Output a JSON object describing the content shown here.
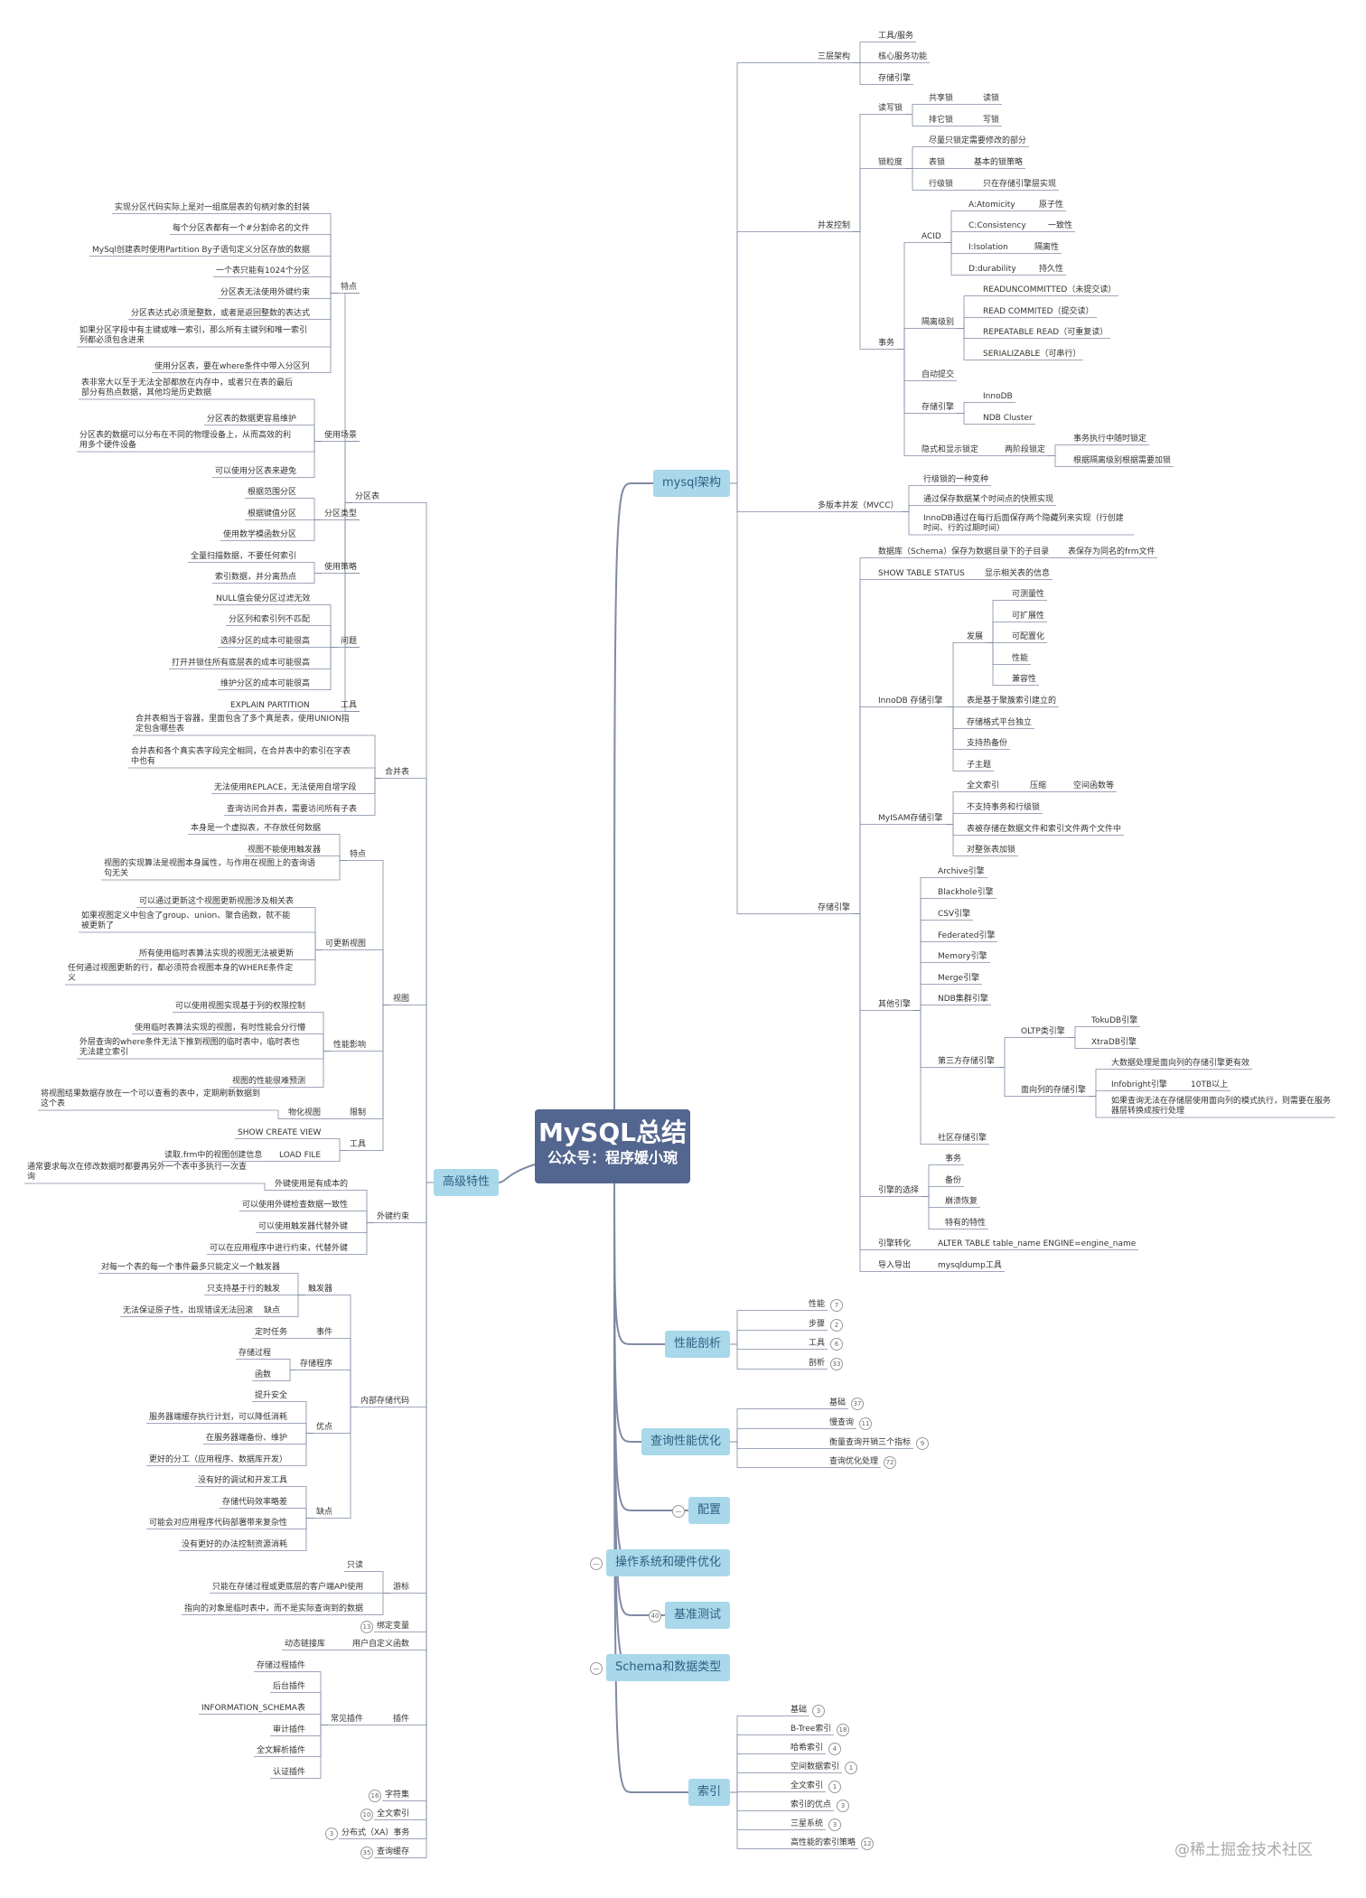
{
  "root": {
    "title": "MySQL总结",
    "subtitle": "公众号：程序媛小琬"
  },
  "watermark": "@稀土掘金技术社区",
  "line_color": "#7f8aa3",
  "branch_color": "#a8d8ea",
  "root_color": "#53668f",
  "nodes": [
    {
      "id": "mysql",
      "t": "mysql架构",
      "lvl": 1
    },
    {
      "id": "perf",
      "t": "性能剖析",
      "lvl": 1
    },
    {
      "id": "qopt",
      "t": "查询性能优化",
      "lvl": 1
    },
    {
      "id": "conf",
      "t": "配置",
      "lvl": 1
    },
    {
      "id": "oshw",
      "t": "操作系统和硬件优化",
      "lvl": 1
    },
    {
      "id": "bench",
      "t": "基准测试",
      "lvl": 1
    },
    {
      "id": "schema",
      "t": "Schema和数据类型",
      "lvl": 1
    },
    {
      "id": "index",
      "t": "索引",
      "lvl": 1
    },
    {
      "id": "adv",
      "t": "高级特性",
      "lvl": 1
    },
    {
      "id": "a1",
      "t": "三层架构"
    },
    {
      "id": "a1a",
      "t": "工具/服务"
    },
    {
      "id": "a1b",
      "t": "核心服务功能"
    },
    {
      "id": "a1c",
      "t": "存储引擎"
    },
    {
      "id": "a2",
      "t": "并发控制"
    },
    {
      "id": "a2a",
      "t": "读写锁"
    },
    {
      "id": "a2a1",
      "t": "共享锁"
    },
    {
      "id": "a2a1v",
      "t": "读锁"
    },
    {
      "id": "a2a2",
      "t": "排它锁"
    },
    {
      "id": "a2a2v",
      "t": "写锁"
    },
    {
      "id": "a2b",
      "t": "锁粒度"
    },
    {
      "id": "a2b1",
      "t": "尽量只锁定需要修改的部分"
    },
    {
      "id": "a2b2",
      "t": "表锁"
    },
    {
      "id": "a2b2v",
      "t": "基本的锁策略"
    },
    {
      "id": "a2b3",
      "t": "行级锁"
    },
    {
      "id": "a2b3v",
      "t": "只在存储引擎层实现"
    },
    {
      "id": "a2c",
      "t": "事务"
    },
    {
      "id": "a2c1",
      "t": "ACID"
    },
    {
      "id": "a2c1a",
      "t": "A:Atomicity"
    },
    {
      "id": "a2c1av",
      "t": "原子性"
    },
    {
      "id": "a2c1b",
      "t": "C:Consistency"
    },
    {
      "id": "a2c1bv",
      "t": "一致性"
    },
    {
      "id": "a2c1c",
      "t": "I:Isolation"
    },
    {
      "id": "a2c1cv",
      "t": "隔离性"
    },
    {
      "id": "a2c1d",
      "t": "D:durability"
    },
    {
      "id": "a2c1dv",
      "t": "持久性"
    },
    {
      "id": "a2c2",
      "t": "隔离级别"
    },
    {
      "id": "a2c2a",
      "t": "READUNCOMMITTED（未提交读）"
    },
    {
      "id": "a2c2b",
      "t": "READ COMMITED（提交读）"
    },
    {
      "id": "a2c2c",
      "t": "REPEATABLE READ（可重复读）"
    },
    {
      "id": "a2c2d",
      "t": "SERIALIZABLE（可串行）"
    },
    {
      "id": "a2c3",
      "t": "自动提交"
    },
    {
      "id": "a2c4",
      "t": "存储引擎"
    },
    {
      "id": "a2c4a",
      "t": "InnoDB"
    },
    {
      "id": "a2c4b",
      "t": "NDB Cluster"
    },
    {
      "id": "a2c5",
      "t": "隐式和显示锁定"
    },
    {
      "id": "a2c5a",
      "t": "两阶段锁定"
    },
    {
      "id": "a2c5a1",
      "t": "事务执行中随时锁定"
    },
    {
      "id": "a2c5a2",
      "t": "根据隔离级别根据需要加锁"
    },
    {
      "id": "a3",
      "t": "多版本并发（MVCC）"
    },
    {
      "id": "a3a",
      "t": "行级锁的一种变种"
    },
    {
      "id": "a3b",
      "t": "通过保存数据某个时间点的快照实现"
    },
    {
      "id": "a3c",
      "t": "InnoDB通过在每行后面保存两个隐藏列来实现（行创建时间、行的过期时间）"
    },
    {
      "id": "a4",
      "t": "存储引擎"
    },
    {
      "id": "a4a",
      "t": "数据库（Schema）保存为数据目录下的子目录"
    },
    {
      "id": "a4av",
      "t": "表保存为同名的frm文件"
    },
    {
      "id": "a4b",
      "t": "SHOW TABLE STATUS"
    },
    {
      "id": "a4bv",
      "t": "显示相关表的信息"
    },
    {
      "id": "a4c",
      "t": "InnoDB 存储引擎"
    },
    {
      "id": "a4c1",
      "t": "发展"
    },
    {
      "id": "a4c1a",
      "t": "可测量性"
    },
    {
      "id": "a4c1b",
      "t": "可扩展性"
    },
    {
      "id": "a4c1c",
      "t": "可配置化"
    },
    {
      "id": "a4c1d",
      "t": "性能"
    },
    {
      "id": "a4c1e",
      "t": "兼容性"
    },
    {
      "id": "a4c2",
      "t": "表是基于聚簇索引建立的"
    },
    {
      "id": "a4c3",
      "t": "存储格式平台独立"
    },
    {
      "id": "a4c4",
      "t": "支持热备份"
    },
    {
      "id": "a4c5",
      "t": "子主题"
    },
    {
      "id": "a4d",
      "t": "MyISAM存储引擎"
    },
    {
      "id": "a4d1",
      "t": "全文索引"
    },
    {
      "id": "a4d1b",
      "t": "压缩"
    },
    {
      "id": "a4d1c",
      "t": "空间函数等"
    },
    {
      "id": "a4d2",
      "t": "不支持事务和行级锁"
    },
    {
      "id": "a4d3",
      "t": "表被存储在数据文件和索引文件两个文件中"
    },
    {
      "id": "a4d4",
      "t": "对整张表加锁"
    },
    {
      "id": "a4e",
      "t": "其他引擎"
    },
    {
      "id": "a4e1",
      "t": "Archive引擎"
    },
    {
      "id": "a4e2",
      "t": "Blackhole引擎"
    },
    {
      "id": "a4e3",
      "t": "CSV引擎"
    },
    {
      "id": "a4e4",
      "t": "Federated引擎"
    },
    {
      "id": "a4e5",
      "t": "Memory引擎"
    },
    {
      "id": "a4e6",
      "t": "Merge引擎"
    },
    {
      "id": "a4e7",
      "t": "NDB集群引擎"
    },
    {
      "id": "a4e8",
      "t": "第三方存储引擎"
    },
    {
      "id": "a4e8a",
      "t": "OLTP类引擎"
    },
    {
      "id": "a4e8a1",
      "t": "TokuDB引擎"
    },
    {
      "id": "a4e8a2",
      "t": "XtraDB引擎"
    },
    {
      "id": "a4e8b",
      "t": "面向列的存储引擎"
    },
    {
      "id": "a4e8b1",
      "t": "大数据处理是面向列的存储引擎更有效"
    },
    {
      "id": "a4e8b2",
      "t": "Infobright引擎"
    },
    {
      "id": "a4e8b2v",
      "t": "10TB以上"
    },
    {
      "id": "a4e8b3",
      "t": "如果查询无法在存储层使用面向列的模式执行，则需要在服务器层转换成按行处理"
    },
    {
      "id": "a4e9",
      "t": "社区存储引擎"
    },
    {
      "id": "a4f",
      "t": "引擎的选择"
    },
    {
      "id": "a4f1",
      "t": "事务"
    },
    {
      "id": "a4f2",
      "t": "备份"
    },
    {
      "id": "a4f3",
      "t": "崩溃恢复"
    },
    {
      "id": "a4f4",
      "t": "特有的特性"
    },
    {
      "id": "a4g",
      "t": "引擎转化"
    },
    {
      "id": "a4gv",
      "t": "ALTER TABLE table_name ENGINE=engine_name"
    },
    {
      "id": "a4h",
      "t": "导入导出"
    },
    {
      "id": "a4hv",
      "t": "mysqldump工具"
    },
    {
      "id": "p1",
      "t": "性能"
    },
    {
      "id": "p2",
      "t": "步骤"
    },
    {
      "id": "p3",
      "t": "工具"
    },
    {
      "id": "p4",
      "t": "剖析"
    },
    {
      "id": "q1",
      "t": "基础"
    },
    {
      "id": "q2",
      "t": "慢查询"
    },
    {
      "id": "q3",
      "t": "衡量查询开销三个指标"
    },
    {
      "id": "q4",
      "t": "查询优化处理"
    },
    {
      "id": "i1",
      "t": "基础"
    },
    {
      "id": "i2",
      "t": "B-Tree索引"
    },
    {
      "id": "i3",
      "t": "哈希索引"
    },
    {
      "id": "i4",
      "t": "空间数据索引"
    },
    {
      "id": "i5",
      "t": "全文索引"
    },
    {
      "id": "i6",
      "t": "索引的优点"
    },
    {
      "id": "i7",
      "t": "三星系统"
    },
    {
      "id": "i8",
      "t": "高性能的索引策略"
    },
    {
      "id": "b1",
      "t": "分区表"
    },
    {
      "id": "b1a",
      "t": "特点"
    },
    {
      "id": "b1a1",
      "t": "实现分区代码实际上是对一组底层表的句柄对象的封装"
    },
    {
      "id": "b1a2",
      "t": "每个分区表都有一个#分割命名的文件"
    },
    {
      "id": "b1a3",
      "t": "MySql创建表时使用Partition By子语句定义分区存放的数据"
    },
    {
      "id": "b1a4",
      "t": "一个表只能有1024个分区"
    },
    {
      "id": "b1a5",
      "t": "分区表无法使用外键约束"
    },
    {
      "id": "b1a6",
      "t": "分区表达式必须是整数，或者是返回整数的表达式"
    },
    {
      "id": "b1a7",
      "t": "如果分区字段中有主键或唯一索引，那么所有主键列和唯一索引列都必须包含进来"
    },
    {
      "id": "b1a8",
      "t": "使用分区表，要在where条件中带入分区列"
    },
    {
      "id": "b1b",
      "t": "使用场景"
    },
    {
      "id": "b1b1",
      "t": "表非常大以至于无法全部都放在内存中，或者只在表的最后部分有热点数据，其他均是历史数据"
    },
    {
      "id": "b1b2",
      "t": "分区表的数据更容易维护"
    },
    {
      "id": "b1b3",
      "t": "分区表的数据可以分布在不同的物理设备上，从而高效的利用多个硬件设备"
    },
    {
      "id": "b1b4",
      "t": "可以使用分区表来避免"
    },
    {
      "id": "b1c",
      "t": "分区类型"
    },
    {
      "id": "b1c1",
      "t": "根据范围分区"
    },
    {
      "id": "b1c2",
      "t": "根据键值分区"
    },
    {
      "id": "b1c3",
      "t": "使用数学模函数分区"
    },
    {
      "id": "b1d",
      "t": "使用策略"
    },
    {
      "id": "b1d1",
      "t": "全量扫描数据，不要任何索引"
    },
    {
      "id": "b1d2",
      "t": "索引数据，并分离热点"
    },
    {
      "id": "b1e",
      "t": "问题"
    },
    {
      "id": "b1e1",
      "t": "NULL值会使分区过滤无效"
    },
    {
      "id": "b1e2",
      "t": "分区列和索引列不匹配"
    },
    {
      "id": "b1e3",
      "t": "选择分区的成本可能很高"
    },
    {
      "id": "b1e4",
      "t": "打开并锁住所有底层表的成本可能很高"
    },
    {
      "id": "b1e5",
      "t": "维护分区的成本可能很高"
    },
    {
      "id": "b1f",
      "t": "工具"
    },
    {
      "id": "b1f1",
      "t": "EXPLAIN PARTITION"
    },
    {
      "id": "b2",
      "t": "合并表"
    },
    {
      "id": "b2a",
      "t": "合并表相当于容器，里面包含了多个真是表，使用UNION指定包含哪些表"
    },
    {
      "id": "b2b",
      "t": "合并表和各个真实表字段完全相同，在合并表中的索引在字表中也有"
    },
    {
      "id": "b2c",
      "t": "无法使用REPLACE，无法使用自增字段"
    },
    {
      "id": "b2d",
      "t": "查询访问合并表，需要访问所有子表"
    },
    {
      "id": "b3",
      "t": "视图"
    },
    {
      "id": "b3a",
      "t": "特点"
    },
    {
      "id": "b3a1",
      "t": "本身是一个虚拟表，不存放任何数据"
    },
    {
      "id": "b3a2",
      "t": "视图不能使用触发器"
    },
    {
      "id": "b3a3",
      "t": "视图的实现算法是视图本身属性，与作用在视图上的查询语句无关"
    },
    {
      "id": "b3b",
      "t": "可更新视图"
    },
    {
      "id": "b3b1",
      "t": "可以通过更新这个视图更新视图涉及相关表"
    },
    {
      "id": "b3b2",
      "t": "如果视图定义中包含了group、union、聚合函数，就不能被更新了"
    },
    {
      "id": "b3b3",
      "t": "所有使用临时表算法实现的视图无法被更新"
    },
    {
      "id": "b3b4",
      "t": "任何通过视图更新的行，都必须符合视图本身的WHERE条件定义"
    },
    {
      "id": "b3c",
      "t": "性能影响"
    },
    {
      "id": "b3c1",
      "t": "可以使用视图实现基于列的权限控制"
    },
    {
      "id": "b3c2",
      "t": "使用临时表算法实现的视图，有时性能会分行懵"
    },
    {
      "id": "b3c3",
      "t": "外层查询的where条件无法下推到视图的临时表中，临时表也无法建立索引"
    },
    {
      "id": "b3c4",
      "t": "视图的性能很难预测"
    },
    {
      "id": "b3d",
      "t": "限制"
    },
    {
      "id": "b3d1",
      "t": "物化视图"
    },
    {
      "id": "b3d1v",
      "t": "将视图结果数据存放在一个可以查看的表中，定期刷新数据到这个表"
    },
    {
      "id": "b3e",
      "t": "工具"
    },
    {
      "id": "b3e1",
      "t": "SHOW CREATE VIEW"
    },
    {
      "id": "b3e2",
      "t": "LOAD FILE"
    },
    {
      "id": "b3e2v",
      "t": "读取.frm中的视图创建信息"
    },
    {
      "id": "b4",
      "t": "外键约束"
    },
    {
      "id": "b4a",
      "t": "外键使用是有成本的"
    },
    {
      "id": "b4av",
      "t": "通常要求每次在修改数据时都要再另外一个表中多执行一次查询"
    },
    {
      "id": "b4b",
      "t": "可以使用外键检查数据一致性"
    },
    {
      "id": "b4c",
      "t": "可以使用触发器代替外键"
    },
    {
      "id": "b4d",
      "t": "可以在应用程序中进行约束，代替外键"
    },
    {
      "id": "b5",
      "t": "内部存储代码"
    },
    {
      "id": "b5a",
      "t": "触发器"
    },
    {
      "id": "b5a1",
      "t": "对每一个表的每一个事件最多只能定义一个触发器"
    },
    {
      "id": "b5a2",
      "t": "只支持基于行的触发"
    },
    {
      "id": "b5a3",
      "t": "缺点"
    },
    {
      "id": "b5a3v",
      "t": "无法保证原子性，出现错误无法回滚"
    },
    {
      "id": "b5b",
      "t": "事件"
    },
    {
      "id": "b5b1",
      "t": "定时任务"
    },
    {
      "id": "b5c",
      "t": "存储程序"
    },
    {
      "id": "b5c1",
      "t": "存储过程"
    },
    {
      "id": "b5c2",
      "t": "函数"
    },
    {
      "id": "b5d",
      "t": "优点"
    },
    {
      "id": "b5d1",
      "t": "提升安全"
    },
    {
      "id": "b5d2",
      "t": "服务器端缓存执行计划，可以降低消耗"
    },
    {
      "id": "b5d3",
      "t": "在服务器端备份、维护"
    },
    {
      "id": "b5d4",
      "t": "更好的分工（应用程序、数据库开发）"
    },
    {
      "id": "b5e",
      "t": "缺点"
    },
    {
      "id": "b5e1",
      "t": "没有好的调试和开发工具"
    },
    {
      "id": "b5e2",
      "t": "存储代码效率略差"
    },
    {
      "id": "b5e3",
      "t": "可能会对应用程序代码部署带来复杂性"
    },
    {
      "id": "b5e4",
      "t": "没有更好的办法控制资源消耗"
    },
    {
      "id": "b6",
      "t": "游标"
    },
    {
      "id": "b6a",
      "t": "只读"
    },
    {
      "id": "b6b",
      "t": "只能在存储过程或更底层的客户端API使用"
    },
    {
      "id": "b6c",
      "t": "指向的对象是临时表中，而不是实际查询到的数据"
    },
    {
      "id": "b7",
      "t": "绑定变量"
    },
    {
      "id": "b8",
      "t": "用户自定义函数"
    },
    {
      "id": "b8a",
      "t": "动态链接库"
    },
    {
      "id": "b9",
      "t": "插件"
    },
    {
      "id": "b9a",
      "t": "常见插件"
    },
    {
      "id": "b9a1",
      "t": "存储过程插件"
    },
    {
      "id": "b9a2",
      "t": "后台插件"
    },
    {
      "id": "b9a3",
      "t": "INFORMATION_SCHEMA表"
    },
    {
      "id": "b9a4",
      "t": "审计插件"
    },
    {
      "id": "b9a5",
      "t": "全文解析插件"
    },
    {
      "id": "b9a6",
      "t": "认证插件"
    },
    {
      "id": "b10",
      "t": "字符集"
    },
    {
      "id": "b11",
      "t": "全文索引"
    },
    {
      "id": "b12",
      "t": "分布式（XA）事务"
    },
    {
      "id": "b13",
      "t": "查询缓存"
    }
  ],
  "badges": [
    {
      "id": "p1",
      "v": "7"
    },
    {
      "id": "p2",
      "v": "2"
    },
    {
      "id": "p3",
      "v": "6"
    },
    {
      "id": "p4",
      "v": "33"
    },
    {
      "id": "q1",
      "v": "37"
    },
    {
      "id": "q2",
      "v": "11"
    },
    {
      "id": "q3",
      "v": "9"
    },
    {
      "id": "q4",
      "v": "72"
    },
    {
      "id": "conf",
      "v": "—"
    },
    {
      "id": "oshw",
      "v": "—"
    },
    {
      "id": "bench",
      "v": "40"
    },
    {
      "id": "schema",
      "v": "—"
    },
    {
      "id": "i1",
      "v": "3"
    },
    {
      "id": "i2",
      "v": "18"
    },
    {
      "id": "i3",
      "v": "4"
    },
    {
      "id": "i4",
      "v": "1"
    },
    {
      "id": "i5",
      "v": "1"
    },
    {
      "id": "i6",
      "v": "3"
    },
    {
      "id": "i7",
      "v": "3"
    },
    {
      "id": "i8",
      "v": "12"
    },
    {
      "id": "b7",
      "v": "13"
    },
    {
      "id": "b10",
      "v": "16"
    },
    {
      "id": "b11",
      "v": "10"
    },
    {
      "id": "b12",
      "v": "3"
    },
    {
      "id": "b13",
      "v": "35"
    }
  ]
}
